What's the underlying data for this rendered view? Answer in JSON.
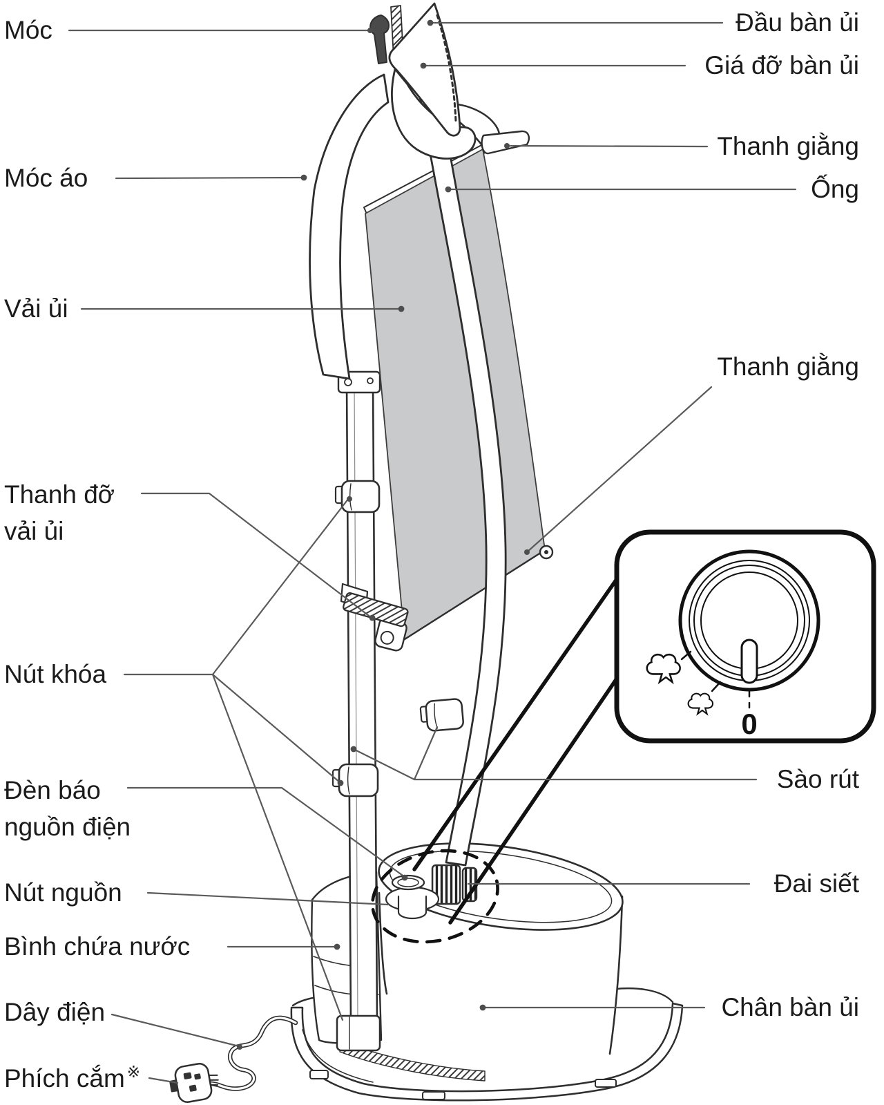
{
  "labels": {
    "moc": "Móc",
    "moc_ao": "Móc áo",
    "vai_ui": "Vải ủi",
    "thanh_do_1": "Thanh đỡ",
    "thanh_do_2": "vải ủi",
    "nut_khoa": "Nút khóa",
    "den_bao_1": "Đèn báo",
    "den_bao_2": "nguồn điện",
    "nut_nguon": "Nút nguồn",
    "binh_chua_nuoc": "Bình chứa nước",
    "day_dien": "Dây điện",
    "phich_cam": "Phích cắm",
    "phich_cam_note": "※",
    "dau_ban_ui": "Đầu bàn ủi",
    "gia_do_ban_ui": "Giá đỡ bàn ủi",
    "thanh_giang_top": "Thanh giằng",
    "ong": "Ống",
    "thanh_giang_mid": "Thanh giằng",
    "sao_rut": "Sào rút",
    "dai_siet": "Đai siết",
    "chan_ban_ui": "Chân bàn ủi"
  },
  "inset": {
    "zero_label": "0",
    "icons": [
      "steam-high-icon",
      "steam-low-icon",
      "dial-knob"
    ]
  },
  "colors": {
    "fabric_gray": "#c9cacb",
    "line_art": "#2e2e2e",
    "leader_gray": "#5a5a5b",
    "text": "#1b1b1b"
  }
}
